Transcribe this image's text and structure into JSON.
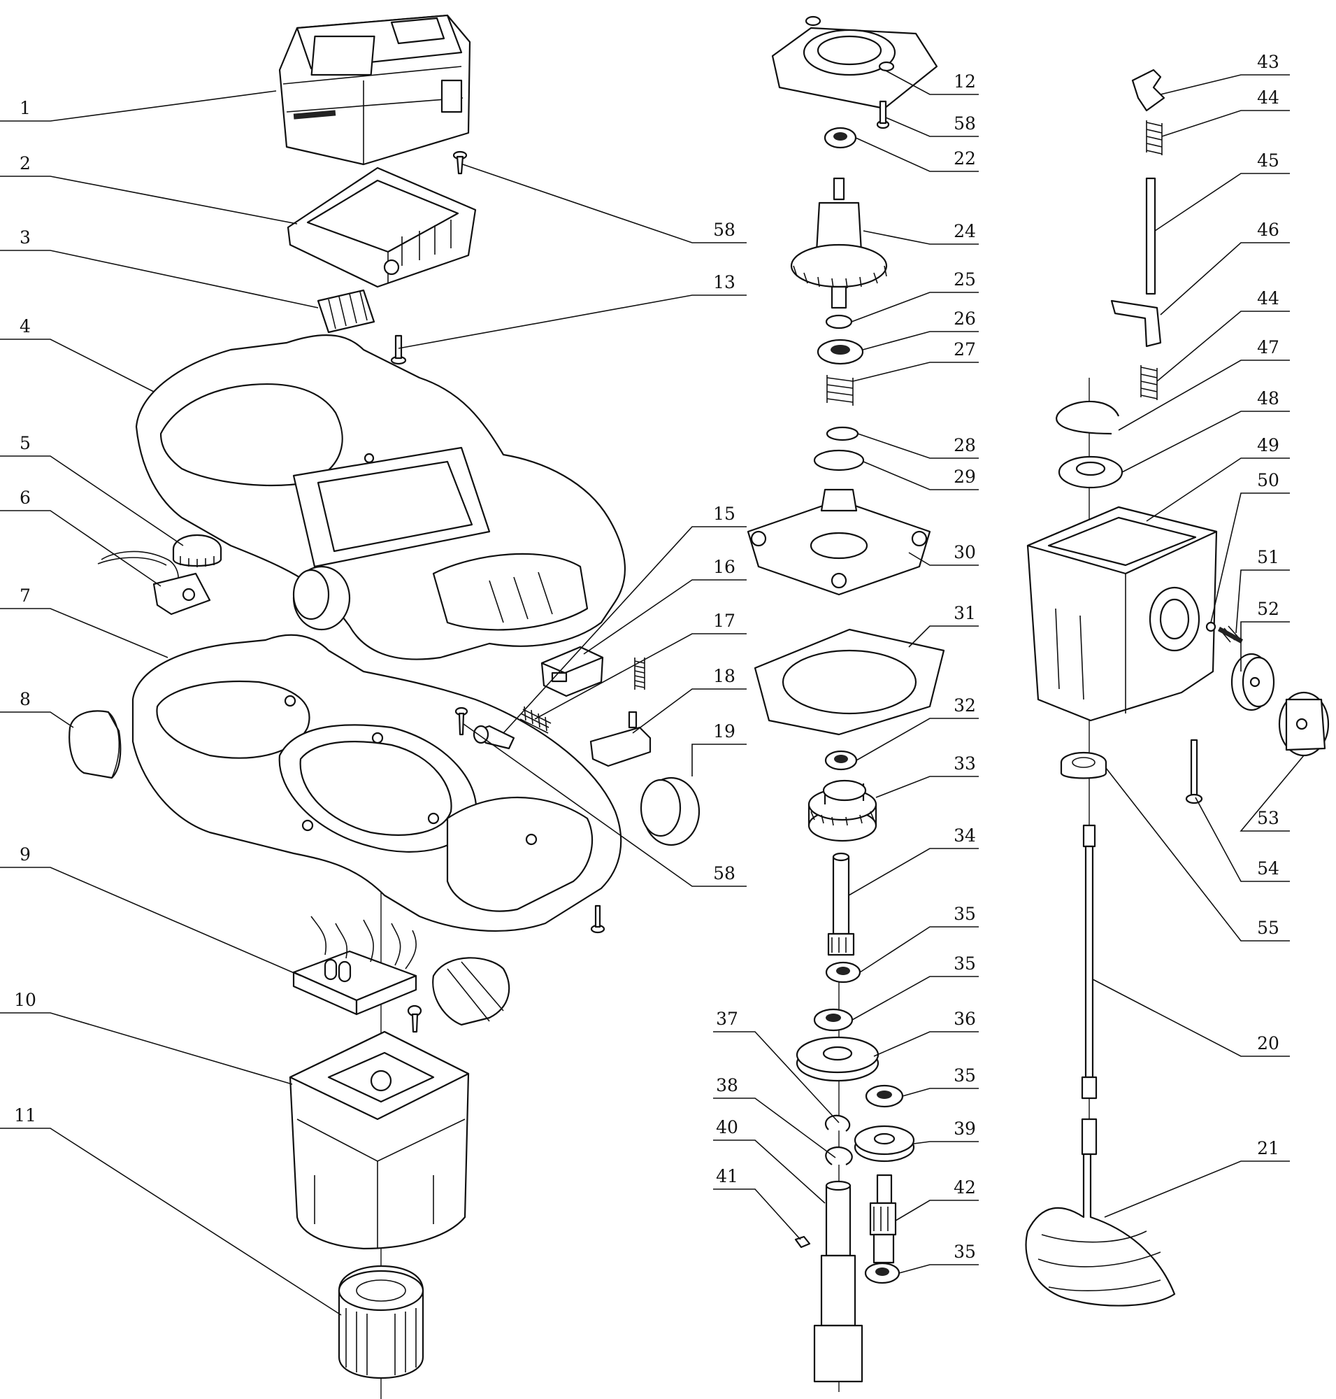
{
  "diagram": {
    "labels": {
      "p1": "1",
      "p2": "2",
      "p3": "3",
      "p4": "4",
      "p5": "5",
      "p6": "6",
      "p7": "7",
      "p8": "8",
      "p9": "9",
      "p10": "10",
      "p11": "11",
      "p12": "12",
      "p13": "13",
      "p15": "15",
      "p16": "16",
      "p17": "17",
      "p18": "18",
      "p19": "19",
      "p20": "20",
      "p21": "21",
      "p22": "22",
      "p24": "24",
      "p25": "25",
      "p26": "26",
      "p27": "27",
      "p28": "28",
      "p29": "29",
      "p30": "30",
      "p31": "31",
      "p32": "32",
      "p33": "33",
      "p34": "34",
      "p35a": "35",
      "p35b": "35",
      "p35c": "35",
      "p35d": "35",
      "p36": "36",
      "p37": "37",
      "p38": "38",
      "p39": "39",
      "p40": "40",
      "p41": "41",
      "p42": "42",
      "p43": "43",
      "p44a": "44",
      "p44b": "44",
      "p45": "45",
      "p46": "46",
      "p47": "47",
      "p48": "48",
      "p49": "49",
      "p50": "50",
      "p51": "51",
      "p52": "52",
      "p53": "53",
      "p54": "54",
      "p55": "55",
      "p58a": "58",
      "p58b": "58",
      "p58c": "58"
    }
  }
}
